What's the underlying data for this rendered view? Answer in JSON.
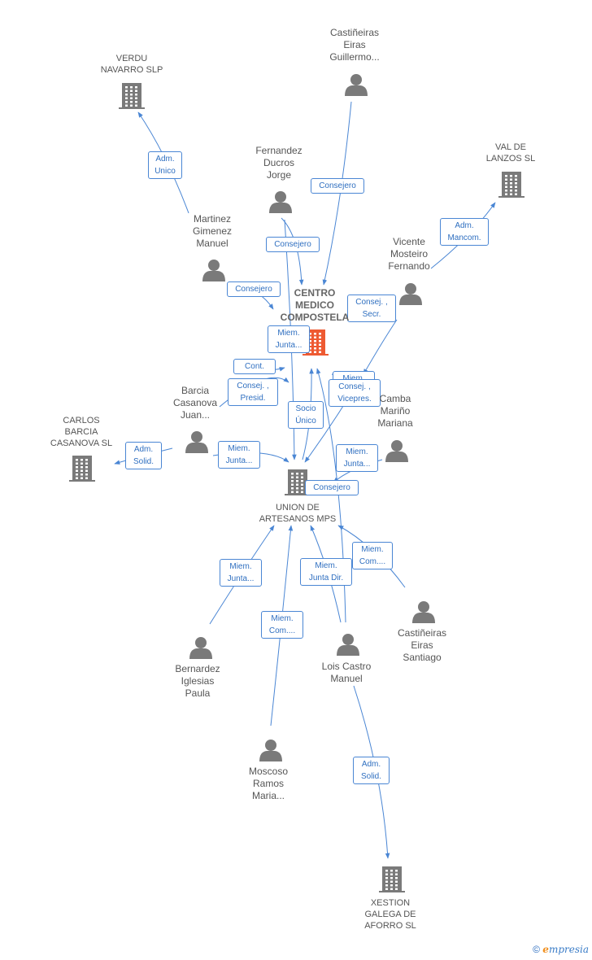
{
  "colors": {
    "edge": "#4a86d4",
    "icon": "#7a7a7a",
    "center": "#ee5a32",
    "label_text": "#555555",
    "rel_text": "#2f6fc0"
  },
  "nodes": [
    {
      "id": "verdu",
      "type": "company",
      "label": "VERDU\nNAVARRO SLP"
    },
    {
      "id": "castineiras_g",
      "type": "person",
      "label": "Castiñeiras\nEiras\nGuillermo..."
    },
    {
      "id": "val_lanzos",
      "type": "company",
      "label": "VAL DE\nLANZOS SL"
    },
    {
      "id": "fernandez",
      "type": "person",
      "label": "Fernandez\nDucros\nJorge"
    },
    {
      "id": "martinez",
      "type": "person",
      "label": "Martinez\nGimenez\nManuel"
    },
    {
      "id": "vicente",
      "type": "person",
      "label": "Vicente\nMosteiro\nFernando"
    },
    {
      "id": "centro",
      "type": "center",
      "label": "CENTRO\nMEDICO\nCOMPOSTELA"
    },
    {
      "id": "barcia_j",
      "type": "person",
      "label": "Barcia\nCasanova\nJuan..."
    },
    {
      "id": "camba",
      "type": "person",
      "label": "Camba\nMariño\nMariana"
    },
    {
      "id": "carlos",
      "type": "company",
      "label": "CARLOS\nBARCIA\nCASANOVA SL"
    },
    {
      "id": "union",
      "type": "company",
      "label": "UNION DE\nARTESANOS MPS"
    },
    {
      "id": "castineiras_s",
      "type": "person",
      "label": "Castiñeiras\nEiras\nSantiago"
    },
    {
      "id": "bernardez",
      "type": "person",
      "label": "Bernardez\nIglesias\nPaula"
    },
    {
      "id": "lois",
      "type": "person",
      "label": "Lois Castro\nManuel"
    },
    {
      "id": "moscoso",
      "type": "person",
      "label": "Moscoso\nRamos\nMaria..."
    },
    {
      "id": "xestion",
      "type": "company",
      "label": "XESTION\nGALEGA DE\nAFORRO SL"
    }
  ],
  "edges": [
    {
      "id": "e1",
      "label": "Adm.\nUnico"
    },
    {
      "id": "e2",
      "label": "Consejero"
    },
    {
      "id": "e3",
      "label": "Adm.\nMancom."
    },
    {
      "id": "e4",
      "label": "Consejero"
    },
    {
      "id": "e5",
      "label": "Consejero"
    },
    {
      "id": "e6",
      "label": "Consej. ,\nSecr."
    },
    {
      "id": "e7",
      "label": "Miem.\nJunta..."
    },
    {
      "id": "e8",
      "label": "Cont."
    },
    {
      "id": "e9",
      "label": "Consej. ,\nPresid."
    },
    {
      "id": "e10",
      "label": "Miem.\nJunta..."
    },
    {
      "id": "e11",
      "label": "Consej. ,\nVicepres."
    },
    {
      "id": "e12",
      "label": "Socio\nÚnico"
    },
    {
      "id": "e13",
      "label": "Adm.\nSolid."
    },
    {
      "id": "e14",
      "label": "Miem.\nJunta..."
    },
    {
      "id": "e15",
      "label": "Miem.\nJunta..."
    },
    {
      "id": "e16",
      "label": "Consejero"
    },
    {
      "id": "e17",
      "label": "Miem.\nJunta..."
    },
    {
      "id": "e18",
      "label": "Miem.\nCom...."
    },
    {
      "id": "e19",
      "label": "Miem.\nJunta Dir."
    },
    {
      "id": "e20",
      "label": "Miem.\nCom...."
    },
    {
      "id": "e21",
      "label": "Adm.\nSolid."
    }
  ],
  "footer": {
    "copyright": "©",
    "brand_first": "e",
    "brand_rest": "mpresia"
  }
}
